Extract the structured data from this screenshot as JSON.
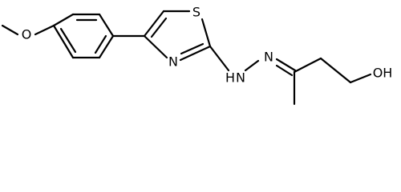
{
  "molecule": {
    "atoms": {
      "O_methoxy": "O",
      "S_thiazole": "S",
      "N_thiazole": "N",
      "NH_hydrazone": "H",
      "NH_hydrazone_N": "N",
      "N_imine": "N",
      "OH": "OH"
    }
  },
  "colors": {
    "bond": "#000000",
    "background": "#ffffff"
  }
}
